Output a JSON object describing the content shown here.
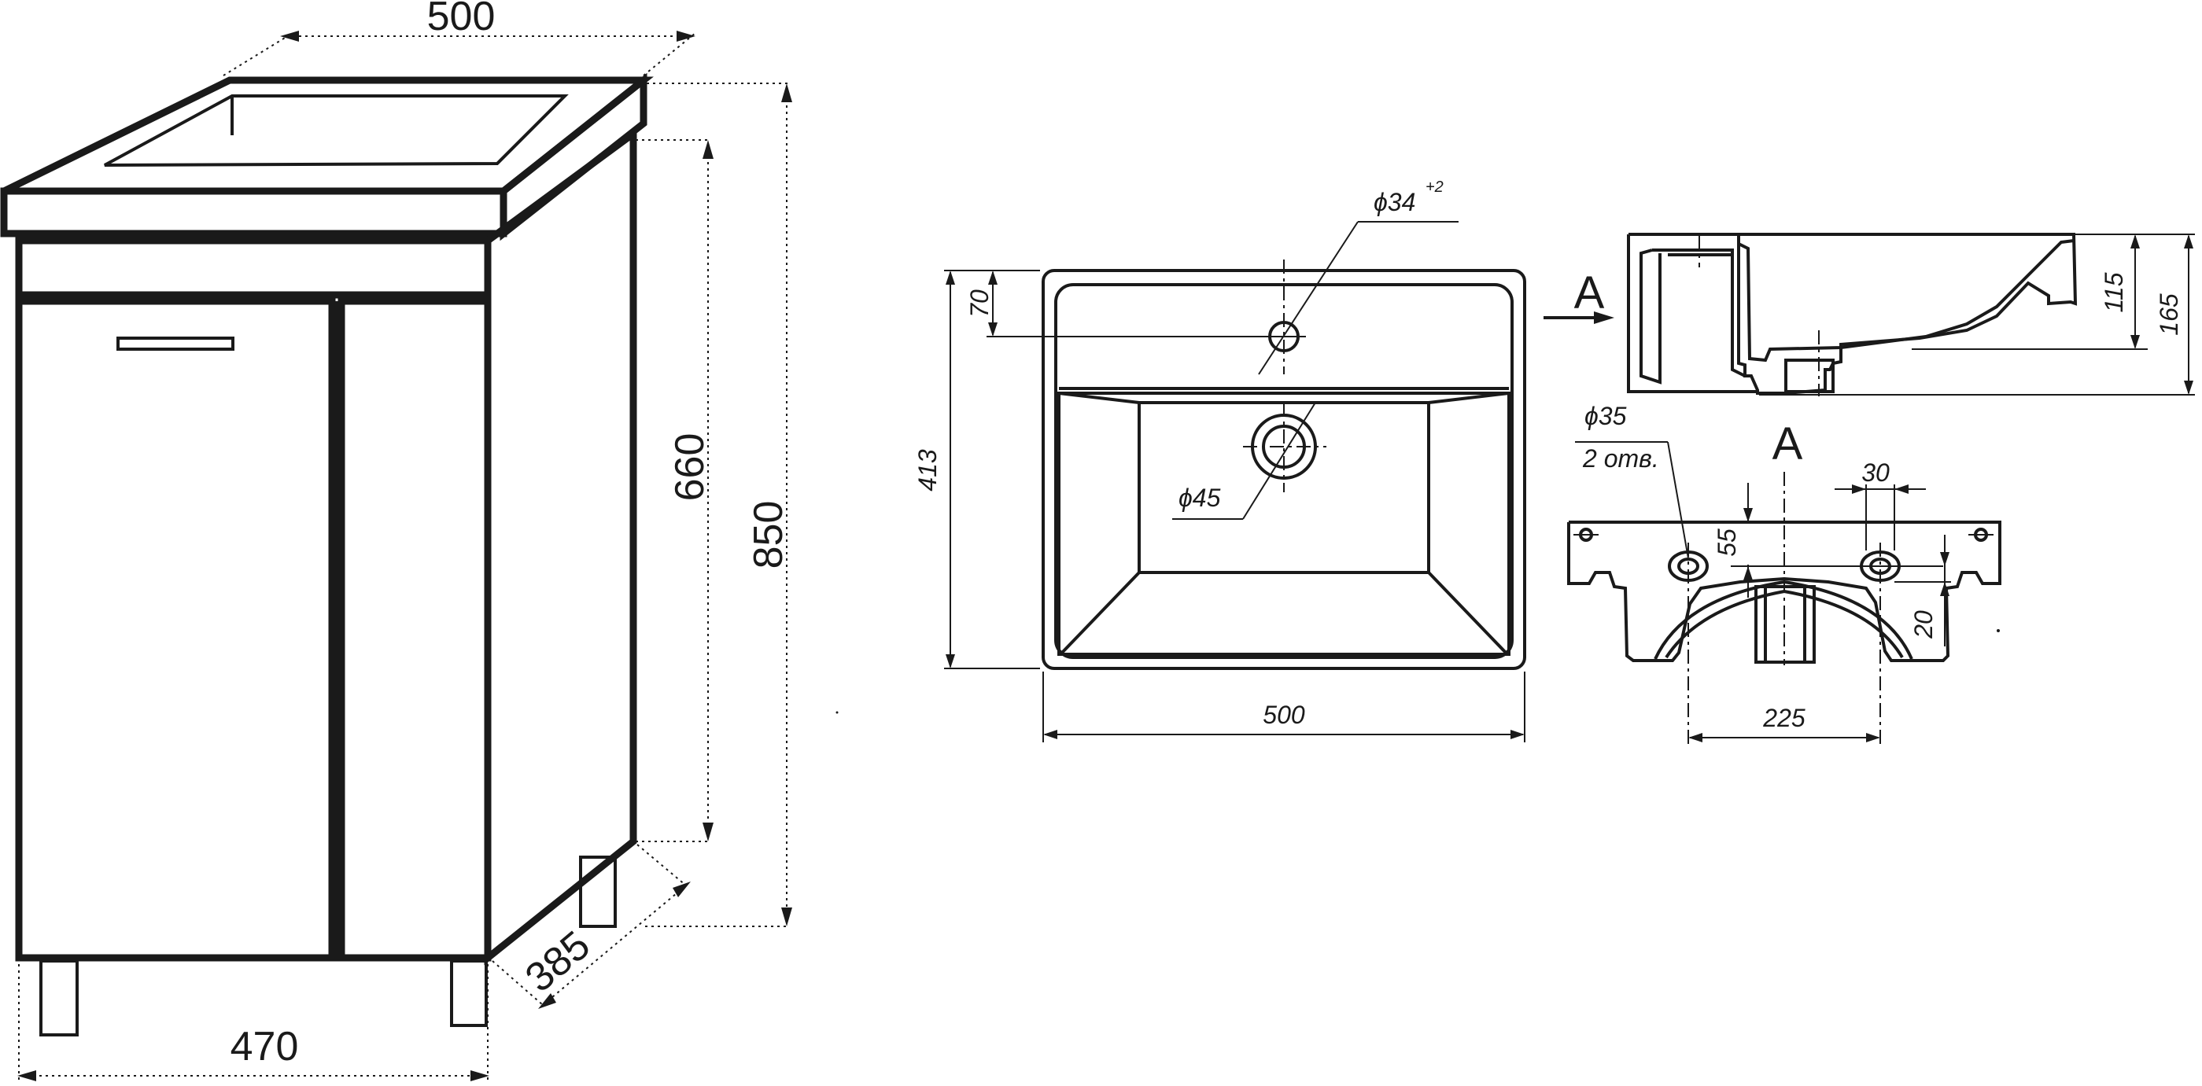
{
  "cabinet": {
    "width_top": "500",
    "height_body": "660",
    "height_total": "850",
    "depth": "385",
    "width_bottom": "470"
  },
  "basin_top": {
    "hole_tap": "ϕ34",
    "hole_tap_tol": "+2",
    "hole_offset": "70",
    "depth": "413",
    "drain": "ϕ45",
    "width": "500"
  },
  "section_side": {
    "label": "A",
    "height_inner": "115",
    "height_total": "165"
  },
  "section_back": {
    "label": "A",
    "holes": "ϕ35",
    "holes_count": "2 отв.",
    "hole_width": "30",
    "hole_height": "55",
    "offset": "20",
    "hole_spacing": "225"
  }
}
